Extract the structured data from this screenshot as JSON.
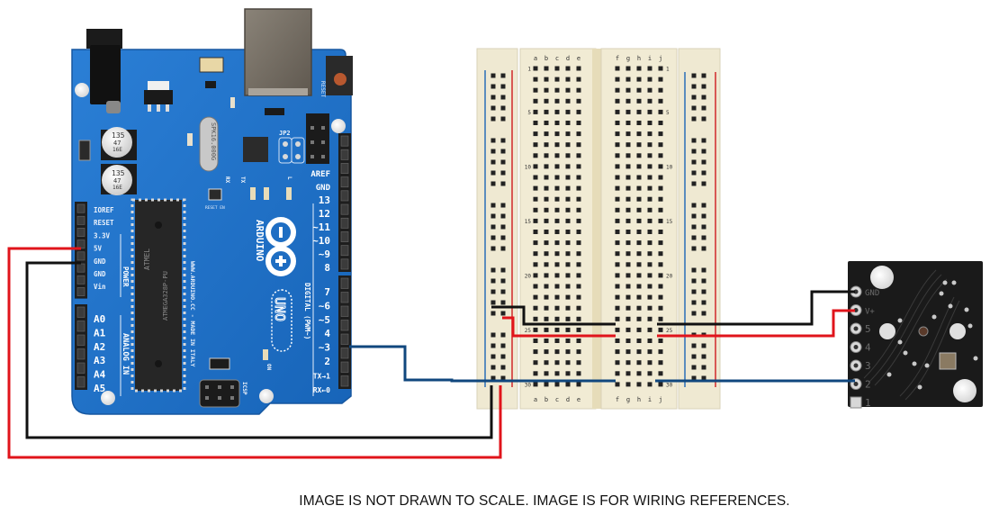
{
  "caption": "IMAGE IS NOT DRAWN TO SCALE.  IMAGE IS FOR WIRING REFERENCES.",
  "arduino": {
    "brand": "ARDUINO",
    "model": "UNO",
    "website": "WWW.ARDUINO.CC - MADE IN ITALY",
    "chip": "ATMEGA328P-PU",
    "chip_brand": "ATMEL",
    "crystal": "SPK16.000G",
    "cap_top": [
      "135",
      "47",
      "16E"
    ],
    "cap_bottom": [
      "135",
      "47",
      "16E"
    ],
    "labels": {
      "reset_btn": "RESET",
      "jp2": "JP2",
      "icsp": "ICSP",
      "on": "ON",
      "rx": "RX",
      "tx": "TX",
      "l": "L",
      "reset_en": "RESET EN",
      "power": "POWER",
      "analog_in": "ANALOG IN",
      "digital": "DIGITAL (PWM~)"
    },
    "power_pins": [
      "IOREF",
      "RESET",
      "3.3V",
      "5V",
      "GND",
      "GND",
      "Vin"
    ],
    "analog_pins": [
      "A0",
      "A1",
      "A2",
      "A3",
      "A4",
      "A5"
    ],
    "digital_pins_top": [
      "AREF",
      "GND",
      "13",
      "12",
      "~11",
      "~10",
      "~9",
      "8"
    ],
    "digital_pins_bottom": [
      "7",
      "~6",
      "~5",
      "4",
      "~3",
      "2",
      "TX→1",
      "RX←0"
    ]
  },
  "breadboard": {
    "cols_left": [
      "a",
      "b",
      "c",
      "d",
      "e"
    ],
    "cols_right": [
      "f",
      "g",
      "h",
      "i",
      "j"
    ],
    "row_labels": [
      "1",
      "5",
      "10",
      "15",
      "20",
      "25",
      "30"
    ],
    "rows": 30
  },
  "sensor": {
    "pins": [
      "GND",
      "V+",
      "5",
      "4",
      "3",
      "2",
      "1"
    ]
  },
  "wires": [
    {
      "name": "5v-wire",
      "color": "#e0141b",
      "from": "Arduino 5V",
      "to": "Breadboard + rail"
    },
    {
      "name": "gnd-wire",
      "color": "#111111",
      "from": "Arduino GND",
      "to": "Breadboard - rail"
    },
    {
      "name": "signal-wire",
      "color": "#10477e",
      "from": "Arduino ~3",
      "to": "Sensor pin 2"
    },
    {
      "name": "sensor-gnd-wire",
      "color": "#111111",
      "from": "Breadboard - rail",
      "to": "Sensor GND"
    },
    {
      "name": "sensor-vplus-wire",
      "color": "#e0141b",
      "from": "Breadboard + rail",
      "to": "Sensor V+"
    }
  ],
  "colors": {
    "board_blue": "#1f6fc6",
    "board_edge": "#175aa6",
    "breadboard": "#efe9d2",
    "rail_red": "#d0282b",
    "rail_blue": "#2a6fb8",
    "sensor_pcb": "#1a1a1a"
  }
}
